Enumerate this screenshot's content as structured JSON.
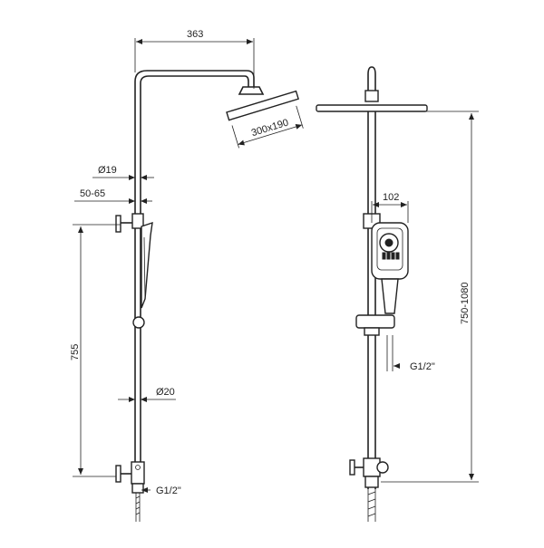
{
  "dimensions": {
    "overall_width": "363",
    "head_size": "300x190",
    "pipe_diameter_upper": "Ø19",
    "wall_bracket": "50-65",
    "handset_width": "102",
    "bracket_spacing": "755",
    "height_range": "750-1080",
    "pipe_diameter_lower": "Ø20",
    "inlet_thread_left": "G1/2\"",
    "inlet_thread_right": "G1/2\""
  }
}
